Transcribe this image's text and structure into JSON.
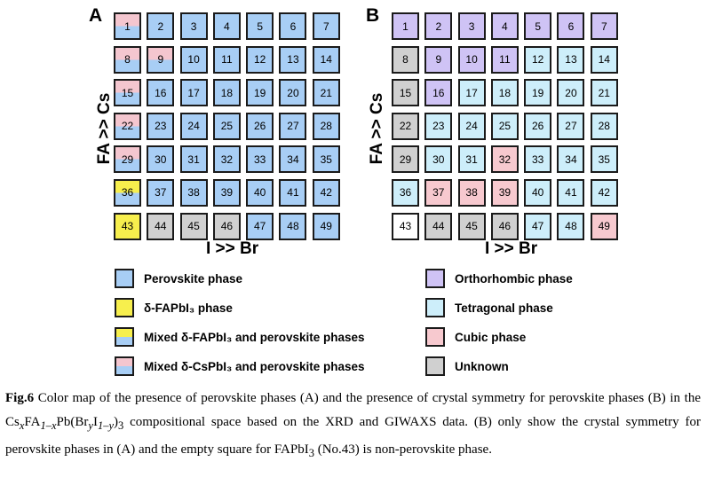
{
  "panel_a": {
    "letter": "A",
    "y_axis_label": "FA >> Cs",
    "x_axis_label": "I >> Br",
    "cells": [
      {
        "n": "1",
        "phase": "mixed-cspbi3"
      },
      {
        "n": "2",
        "phase": "perovskite"
      },
      {
        "n": "3",
        "phase": "perovskite"
      },
      {
        "n": "4",
        "phase": "perovskite"
      },
      {
        "n": "5",
        "phase": "perovskite"
      },
      {
        "n": "6",
        "phase": "perovskite"
      },
      {
        "n": "7",
        "phase": "perovskite"
      },
      {
        "n": "8",
        "phase": "mixed-cspbi3"
      },
      {
        "n": "9",
        "phase": "mixed-cspbi3"
      },
      {
        "n": "10",
        "phase": "perovskite"
      },
      {
        "n": "11",
        "phase": "perovskite"
      },
      {
        "n": "12",
        "phase": "perovskite"
      },
      {
        "n": "13",
        "phase": "perovskite"
      },
      {
        "n": "14",
        "phase": "perovskite"
      },
      {
        "n": "15",
        "phase": "mixed-cspbi3"
      },
      {
        "n": "16",
        "phase": "perovskite"
      },
      {
        "n": "17",
        "phase": "perovskite"
      },
      {
        "n": "18",
        "phase": "perovskite"
      },
      {
        "n": "19",
        "phase": "perovskite"
      },
      {
        "n": "20",
        "phase": "perovskite"
      },
      {
        "n": "21",
        "phase": "perovskite"
      },
      {
        "n": "22",
        "phase": "mixed-cspbi3"
      },
      {
        "n": "23",
        "phase": "perovskite"
      },
      {
        "n": "24",
        "phase": "perovskite"
      },
      {
        "n": "25",
        "phase": "perovskite"
      },
      {
        "n": "26",
        "phase": "perovskite"
      },
      {
        "n": "27",
        "phase": "perovskite"
      },
      {
        "n": "28",
        "phase": "perovskite"
      },
      {
        "n": "29",
        "phase": "mixed-cspbi3"
      },
      {
        "n": "30",
        "phase": "perovskite"
      },
      {
        "n": "31",
        "phase": "perovskite"
      },
      {
        "n": "32",
        "phase": "perovskite"
      },
      {
        "n": "33",
        "phase": "perovskite"
      },
      {
        "n": "34",
        "phase": "perovskite"
      },
      {
        "n": "35",
        "phase": "perovskite"
      },
      {
        "n": "36",
        "phase": "mixed-fapbi3"
      },
      {
        "n": "37",
        "phase": "perovskite"
      },
      {
        "n": "38",
        "phase": "perovskite"
      },
      {
        "n": "39",
        "phase": "perovskite"
      },
      {
        "n": "40",
        "phase": "perovskite"
      },
      {
        "n": "41",
        "phase": "perovskite"
      },
      {
        "n": "42",
        "phase": "perovskite"
      },
      {
        "n": "43",
        "phase": "fapbi3"
      },
      {
        "n": "44",
        "phase": "unknown"
      },
      {
        "n": "45",
        "phase": "unknown"
      },
      {
        "n": "46",
        "phase": "unknown"
      },
      {
        "n": "47",
        "phase": "perovskite"
      },
      {
        "n": "48",
        "phase": "perovskite"
      },
      {
        "n": "49",
        "phase": "perovskite"
      }
    ],
    "legend": [
      {
        "key": "perovskite",
        "label": "Perovskite phase"
      },
      {
        "key": "fapbi3",
        "label": "δ-FAPbI₃ phase"
      },
      {
        "key": "mixed-fapbi3",
        "label": "Mixed δ-FAPbI₃ and perovskite phases"
      },
      {
        "key": "mixed-cspbi3",
        "label": "Mixed δ-CsPbI₃ and perovskite phases"
      }
    ]
  },
  "panel_b": {
    "letter": "B",
    "y_axis_label": "FA >> Cs",
    "x_axis_label": "I >> Br",
    "cells": [
      {
        "n": "1",
        "phase": "orthorhombic"
      },
      {
        "n": "2",
        "phase": "orthorhombic"
      },
      {
        "n": "3",
        "phase": "orthorhombic"
      },
      {
        "n": "4",
        "phase": "orthorhombic"
      },
      {
        "n": "5",
        "phase": "orthorhombic"
      },
      {
        "n": "6",
        "phase": "orthorhombic"
      },
      {
        "n": "7",
        "phase": "orthorhombic"
      },
      {
        "n": "8",
        "phase": "unknown"
      },
      {
        "n": "9",
        "phase": "orthorhombic"
      },
      {
        "n": "10",
        "phase": "orthorhombic"
      },
      {
        "n": "11",
        "phase": "orthorhombic"
      },
      {
        "n": "12",
        "phase": "tetragonal"
      },
      {
        "n": "13",
        "phase": "tetragonal"
      },
      {
        "n": "14",
        "phase": "tetragonal"
      },
      {
        "n": "15",
        "phase": "unknown"
      },
      {
        "n": "16",
        "phase": "orthorhombic"
      },
      {
        "n": "17",
        "phase": "tetragonal"
      },
      {
        "n": "18",
        "phase": "tetragonal"
      },
      {
        "n": "19",
        "phase": "tetragonal"
      },
      {
        "n": "20",
        "phase": "tetragonal"
      },
      {
        "n": "21",
        "phase": "tetragonal"
      },
      {
        "n": "22",
        "phase": "unknown"
      },
      {
        "n": "23",
        "phase": "tetragonal"
      },
      {
        "n": "24",
        "phase": "tetragonal"
      },
      {
        "n": "25",
        "phase": "tetragonal"
      },
      {
        "n": "26",
        "phase": "tetragonal"
      },
      {
        "n": "27",
        "phase": "tetragonal"
      },
      {
        "n": "28",
        "phase": "tetragonal"
      },
      {
        "n": "29",
        "phase": "unknown"
      },
      {
        "n": "30",
        "phase": "tetragonal"
      },
      {
        "n": "31",
        "phase": "tetragonal"
      },
      {
        "n": "32",
        "phase": "cubic"
      },
      {
        "n": "33",
        "phase": "tetragonal"
      },
      {
        "n": "34",
        "phase": "tetragonal"
      },
      {
        "n": "35",
        "phase": "tetragonal"
      },
      {
        "n": "36",
        "phase": "tetragonal"
      },
      {
        "n": "37",
        "phase": "cubic"
      },
      {
        "n": "38",
        "phase": "cubic"
      },
      {
        "n": "39",
        "phase": "cubic"
      },
      {
        "n": "40",
        "phase": "tetragonal"
      },
      {
        "n": "41",
        "phase": "tetragonal"
      },
      {
        "n": "42",
        "phase": "tetragonal"
      },
      {
        "n": "43",
        "phase": "empty"
      },
      {
        "n": "44",
        "phase": "unknown"
      },
      {
        "n": "45",
        "phase": "unknown"
      },
      {
        "n": "46",
        "phase": "unknown"
      },
      {
        "n": "47",
        "phase": "tetragonal"
      },
      {
        "n": "48",
        "phase": "tetragonal"
      },
      {
        "n": "49",
        "phase": "cubic"
      }
    ],
    "legend": [
      {
        "key": "orthorhombic",
        "label": "Orthorhombic phase"
      },
      {
        "key": "tetragonal",
        "label": "Tetragonal phase"
      },
      {
        "key": "cubic",
        "label": "Cubic phase"
      },
      {
        "key": "unknown",
        "label": "Unknown"
      }
    ]
  },
  "colors": {
    "perovskite": "#a8cef5",
    "fapbi3": "#f7ef4d",
    "mixed_pink": "#f4c6cf",
    "orthorhombic": "#cfc3f5",
    "tetragonal": "#cdeefa",
    "cubic": "#f7c9cf",
    "unknown": "#d0d0d0",
    "empty": "#ffffff"
  },
  "caption": {
    "fig_label": "Fig.6",
    "text_1": " Color map of the presence of perovskite phases (A) and the presence of crystal symmetry for perovskite phases (B) in the Cs",
    "x": "x",
    "text_2": "FA",
    "sub_1x": "1–x",
    "text_3": "Pb(Br",
    "y": "y",
    "text_4": "I",
    "sub_1y": "1–y",
    "text_5": ")",
    "sub_3": "3",
    "text_6": " compositional space based on the XRD and GIWAXS data. (B) only show the crystal symmetry for perovskite phases in (A) and the empty square for FAPbI",
    "sub_3b": "3",
    "text_7": " (No.43) is non-perovskite phase."
  }
}
